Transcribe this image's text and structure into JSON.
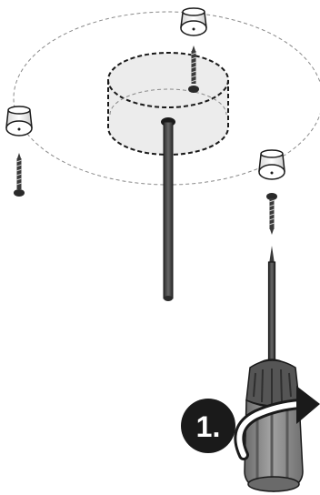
{
  "step": {
    "label": "1.",
    "badge_color": "#1a1a1a",
    "label_color": "#ffffff"
  },
  "illustration": {
    "parts": [
      "foot-cap",
      "screw",
      "center-hub",
      "threaded-rod",
      "screwdriver",
      "rotation-arrow"
    ],
    "colors": {
      "outline": "#1a1a1a",
      "part_fill": "#ffffff",
      "hub_fill": "#ececec",
      "dashed_line": "#8a8a8a",
      "rod": "#444444",
      "handle": "#8c8c8c",
      "handle_dark": "#6e6e6e"
    }
  }
}
